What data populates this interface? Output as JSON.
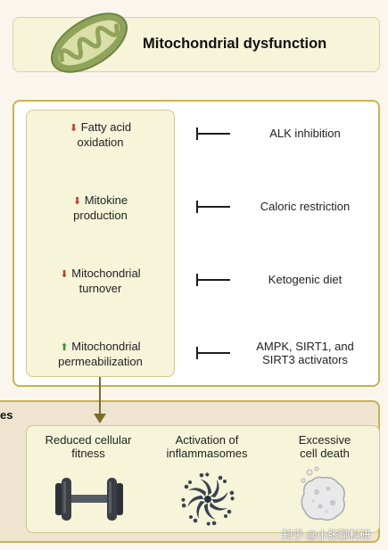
{
  "header": {
    "title": "Mitochondrial dysfunction"
  },
  "factors": [
    {
      "direction": "down",
      "arrow": "⬇",
      "line1": "Fatty acid",
      "line2": "oxidation",
      "inline": "⬇ Fatty acid"
    },
    {
      "direction": "down",
      "arrow": "⬇",
      "line1": "Mitokine",
      "line2": "production",
      "inline": "⬇ Mitokine"
    },
    {
      "direction": "down",
      "arrow": "⬇",
      "line1": "Mitochondrial",
      "line2": "turnover",
      "inline": "⬇ Mitochondrial"
    },
    {
      "direction": "up",
      "arrow": "⬆",
      "line1": "Mitochondrial",
      "line2": "permeabilization",
      "inline": "⬆ Mitochondrial"
    }
  ],
  "interventions": [
    {
      "line1": "ALK inhibition",
      "line2": ""
    },
    {
      "line1": "Caloric restriction",
      "line2": ""
    },
    {
      "line1": "Ketogenic diet",
      "line2": ""
    },
    {
      "line1": "AMPK, SIRT1, and",
      "line2": "SIRT3 activators"
    }
  ],
  "consequences": {
    "title_fragment": "es",
    "items": [
      {
        "line1": "Reduced cellular",
        "line2": "fitness",
        "icon": "dumbbell-icon"
      },
      {
        "line1": "Activation of",
        "line2": "inflammasomes",
        "icon": "inflammasome-icon"
      },
      {
        "line1": "Excessive",
        "line2": "cell death",
        "icon": "dying-cell-icon"
      }
    ]
  },
  "watermark": "知乎 @小张聊科研",
  "colors": {
    "panel_fill": "#f6f4d9",
    "gold_border": "#c9b34e",
    "arrow_down": "#c0392b",
    "arrow_up": "#3d8f3d",
    "mitochondria": "#8fa35a",
    "connector": "#7a6c2a"
  }
}
